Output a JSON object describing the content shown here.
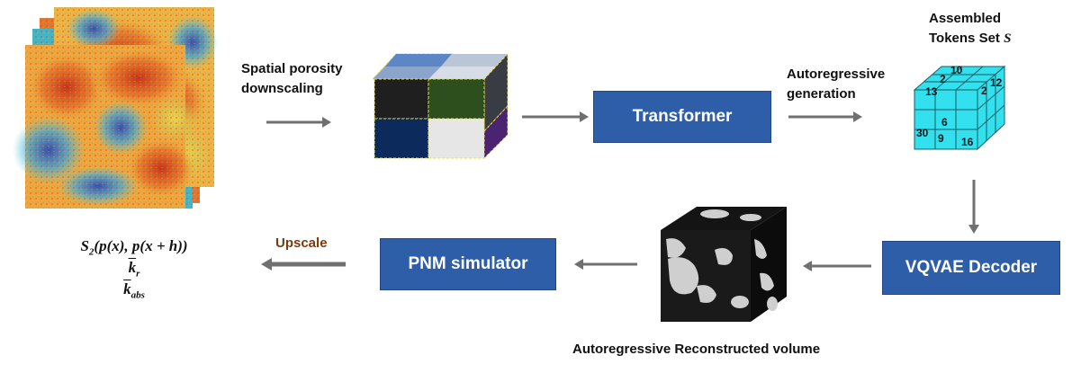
{
  "labels": {
    "spatial_line1": "Spatial porosity",
    "spatial_line2": "downscaling",
    "autoreg_line1": "Autoregressive",
    "autoreg_line2": "generation",
    "assembled_line1": "Assembled",
    "assembled_line2": "Tokens Set",
    "assembled_symbol": "S",
    "upscale": "Upscale",
    "reconstructed": "Autoregressive Reconstructed volume"
  },
  "boxes": {
    "transformer": "Transformer",
    "vqvae_decoder": "VQVAE Decoder",
    "pnm_simulator": "PNM simulator"
  },
  "token_numbers": [
    "10",
    "12",
    "2",
    "13",
    "2",
    "6",
    "30",
    "9",
    "16"
  ],
  "outputs": {
    "s2_main": "S",
    "s2_sub": "2",
    "s2_args": "(p(x), p(x + h))",
    "kr_main": "k",
    "kr_sub": "r",
    "kabs_main": "k",
    "kabs_sub": "abs"
  },
  "colors": {
    "box_fill": "#2f5ea8",
    "arrow": "#707070",
    "upscale_text": "#7a3b10",
    "token_cube": "#33e0ee",
    "token_block_colors": [
      "#1f1f1f",
      "#2d4f1e",
      "#0d2a5c",
      "#e6e6e6",
      "#5d86c6",
      "#b9c6d6",
      "#4a2470"
    ]
  }
}
